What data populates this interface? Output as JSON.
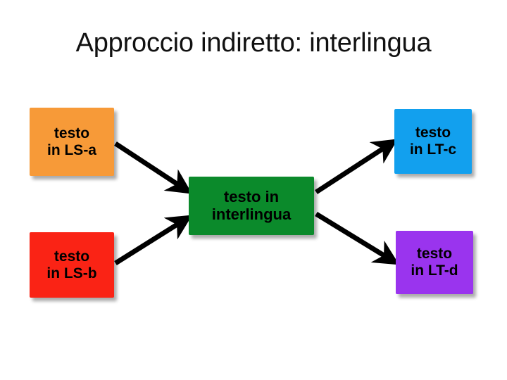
{
  "slide": {
    "title": "Approccio indiretto: interlingua",
    "background_color": "#FFFFFF",
    "title_color": "#111111"
  },
  "diagram": {
    "type": "flow",
    "nodes": [
      {
        "id": "ls-a",
        "line1": "testo",
        "line2": "in LS-a",
        "color": "#F79A38",
        "role": "source-language-a"
      },
      {
        "id": "ls-b",
        "line1": "testo",
        "line2": "in LS-b",
        "color": "#FA2315",
        "role": "source-language-b"
      },
      {
        "id": "interlingua",
        "line1": "testo in",
        "line2": "interlingua",
        "color": "#0B8A2B",
        "role": "pivot-interlingua"
      },
      {
        "id": "lt-c",
        "line1": "testo",
        "line2": "in LT-c",
        "color": "#12A0EE",
        "role": "target-language-c"
      },
      {
        "id": "lt-d",
        "line1": "testo",
        "line2": "in LT-d",
        "color": "#9A34EE",
        "role": "target-language-d"
      }
    ],
    "edges": [
      {
        "id": "ls-a-to-interlingua",
        "from": "ls-a",
        "to": "interlingua",
        "color": "#000000"
      },
      {
        "id": "ls-b-to-interlingua",
        "from": "ls-b",
        "to": "interlingua",
        "color": "#000000"
      },
      {
        "id": "interlingua-to-lt-c",
        "from": "interlingua",
        "to": "lt-c",
        "color": "#000000"
      },
      {
        "id": "interlingua-to-lt-d",
        "from": "interlingua",
        "to": "lt-d",
        "color": "#000000"
      }
    ]
  }
}
